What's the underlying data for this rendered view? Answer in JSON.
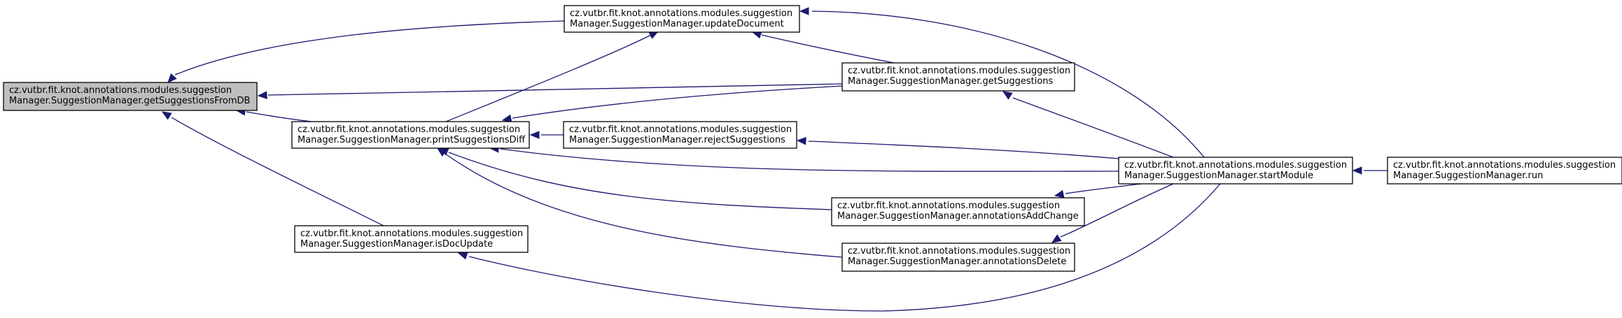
{
  "nodes": [
    {
      "id": "getSuggestionsFromDB",
      "lines": [
        "cz.vutbr.fit.knot.annotations.modules.suggestion",
        "Manager.SuggestionManager.getSuggestionsFromDB"
      ],
      "highlighted": true
    },
    {
      "id": "updateDocument",
      "lines": [
        "cz.vutbr.fit.knot.annotations.modules.suggestion",
        "Manager.SuggestionManager.updateDocument"
      ]
    },
    {
      "id": "printSuggestionsDiff",
      "lines": [
        "cz.vutbr.fit.knot.annotations.modules.suggestion",
        "Manager.SuggestionManager.printSuggestionsDiff"
      ]
    },
    {
      "id": "isDocUpdate",
      "lines": [
        "cz.vutbr.fit.knot.annotations.modules.suggestion",
        "Manager.SuggestionManager.isDocUpdate"
      ]
    },
    {
      "id": "getSuggestions",
      "lines": [
        "cz.vutbr.fit.knot.annotations.modules.suggestion",
        "Manager.SuggestionManager.getSuggestions"
      ]
    },
    {
      "id": "rejectSuggestions",
      "lines": [
        "cz.vutbr.fit.knot.annotations.modules.suggestion",
        "Manager.SuggestionManager.rejectSuggestions"
      ]
    },
    {
      "id": "annotationsAddChange",
      "lines": [
        "cz.vutbr.fit.knot.annotations.modules.suggestion",
        "Manager.SuggestionManager.annotationsAddChange"
      ]
    },
    {
      "id": "annotationsDelete",
      "lines": [
        "cz.vutbr.fit.knot.annotations.modules.suggestion",
        "Manager.SuggestionManager.annotationsDelete"
      ]
    },
    {
      "id": "startModule",
      "lines": [
        "cz.vutbr.fit.knot.annotations.modules.suggestion",
        "Manager.SuggestionManager.startModule"
      ]
    },
    {
      "id": "run",
      "lines": [
        "cz.vutbr.fit.knot.annotations.modules.suggestion",
        "Manager.SuggestionManager.run"
      ]
    }
  ],
  "edges": [
    {
      "from": "updateDocument",
      "to": "getSuggestionsFromDB"
    },
    {
      "from": "getSuggestions",
      "to": "getSuggestionsFromDB"
    },
    {
      "from": "printSuggestionsDiff",
      "to": "getSuggestionsFromDB"
    },
    {
      "from": "isDocUpdate",
      "to": "getSuggestionsFromDB"
    },
    {
      "from": "printSuggestionsDiff",
      "to": "updateDocument"
    },
    {
      "from": "getSuggestions",
      "to": "updateDocument"
    },
    {
      "from": "startModule",
      "to": "updateDocument"
    },
    {
      "from": "getSuggestions",
      "to": "printSuggestionsDiff"
    },
    {
      "from": "rejectSuggestions",
      "to": "printSuggestionsDiff"
    },
    {
      "from": "startModule",
      "to": "printSuggestionsDiff"
    },
    {
      "from": "annotationsAddChange",
      "to": "printSuggestionsDiff"
    },
    {
      "from": "annotationsDelete",
      "to": "printSuggestionsDiff"
    },
    {
      "from": "startModule",
      "to": "getSuggestions"
    },
    {
      "from": "startModule",
      "to": "rejectSuggestions"
    },
    {
      "from": "startModule",
      "to": "annotationsAddChange"
    },
    {
      "from": "startModule",
      "to": "annotationsDelete"
    },
    {
      "from": "startModule",
      "to": "isDocUpdate"
    },
    {
      "from": "run",
      "to": "startModule"
    }
  ],
  "colors": {
    "edge": "#191970",
    "node_border": "#000000",
    "highlighted_node_fill": "#bfbfbf",
    "node_fill": "#ffffff"
  }
}
